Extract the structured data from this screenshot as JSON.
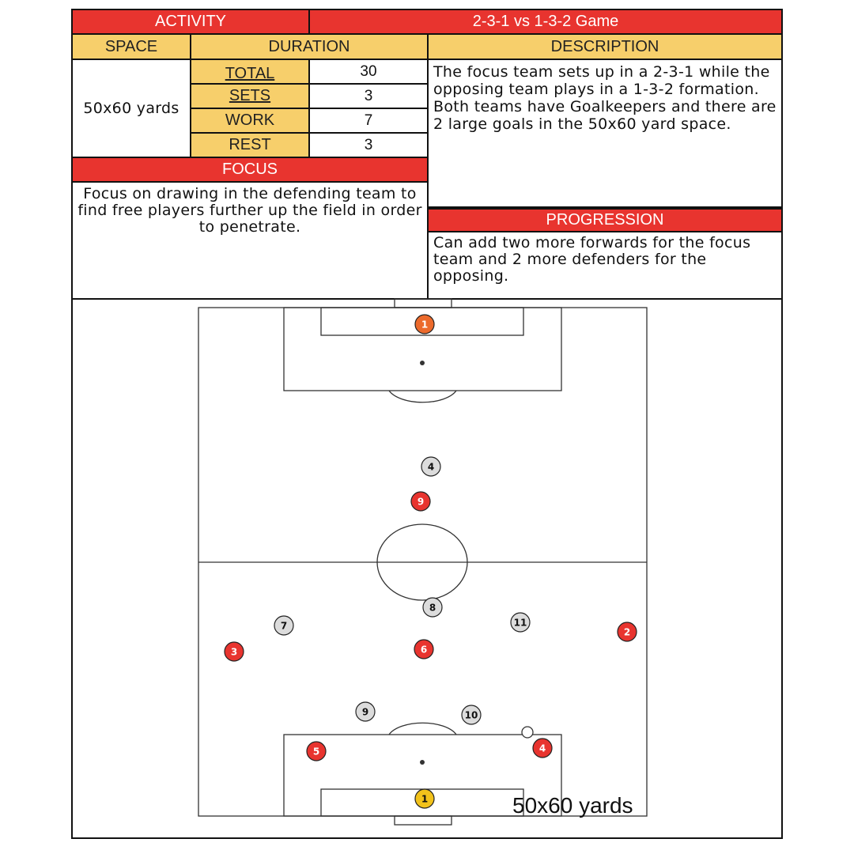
{
  "header": {
    "activity_label": "ACTIVITY",
    "game_title": "2-3-1 vs 1-3-2 Game"
  },
  "columns": {
    "space_label": "SPACE",
    "duration_label": "DURATION",
    "description_label": "DESCRIPTION"
  },
  "space_value": "50x60 yards",
  "duration": [
    {
      "label": "TOTAL",
      "value": "30"
    },
    {
      "label": "SETS",
      "value": "3"
    },
    {
      "label": "WORK",
      "value": "7"
    },
    {
      "label": "REST",
      "value": "3"
    }
  ],
  "description": "The focus team sets up in a 2-3-1 while the opposing team plays in a 1-3-2 formation. Both teams have Goalkeepers and there are 2 large goals in the 50x60 yard space.",
  "focus": {
    "label": "FOCUS",
    "text": "Focus on drawing in the defending team to find free players further up the field in order to penetrate."
  },
  "progression": {
    "label": "PROGRESSION",
    "text": "Can add two more forwards for the focus team and 2 more defenders for the opposing."
  },
  "field_label": "50x60 yards",
  "colors": {
    "red": "#e8342f",
    "yellow": "#f7cf6b",
    "player_red": "#e8342f",
    "player_grey": "#dcdcdc",
    "gk_orange": "#ec6a2c",
    "gk_yellow": "#f2c21b"
  },
  "players": [
    {
      "num": "1",
      "team": "gk-orange"
    },
    {
      "num": "4",
      "team": "grey"
    },
    {
      "num": "9",
      "team": "red"
    },
    {
      "num": "8",
      "team": "grey"
    },
    {
      "num": "7",
      "team": "grey"
    },
    {
      "num": "11",
      "team": "grey"
    },
    {
      "num": "2",
      "team": "red"
    },
    {
      "num": "3",
      "team": "red"
    },
    {
      "num": "6",
      "team": "red"
    },
    {
      "num": "9",
      "team": "grey"
    },
    {
      "num": "10",
      "team": "grey"
    },
    {
      "num": "5",
      "team": "red"
    },
    {
      "num": "4",
      "team": "red"
    },
    {
      "num": "1",
      "team": "gk-yellow"
    }
  ]
}
